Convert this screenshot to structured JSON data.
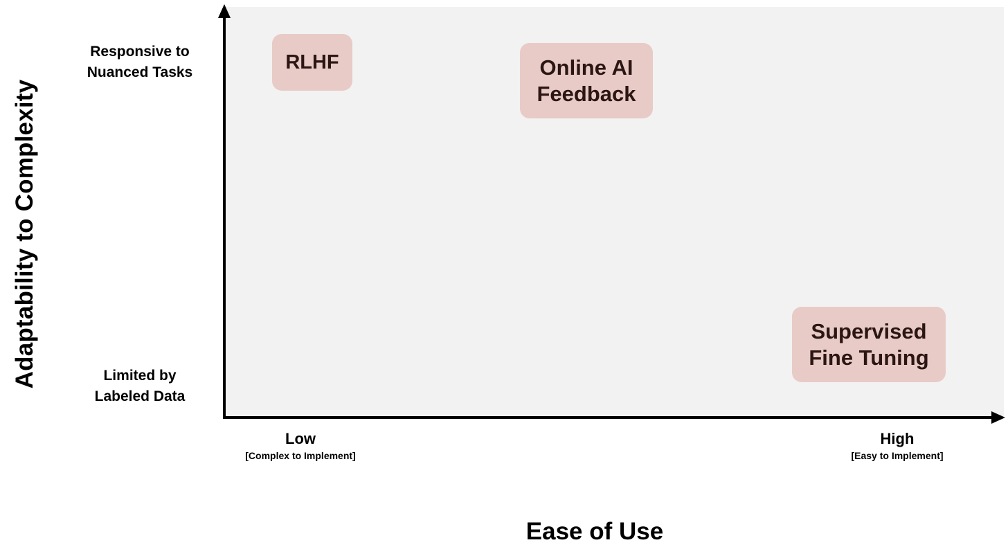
{
  "y_axis": {
    "title": "Adaptability to Complexity",
    "tick_high": "Responsive to\nNuanced Tasks",
    "tick_low": "Limited by\nLabeled Data"
  },
  "x_axis": {
    "title": "Ease of Use",
    "tick_low": {
      "label": "Low",
      "sub": "[Complex to Implement]"
    },
    "tick_high": {
      "label": "High",
      "sub": "[Easy to Implement]"
    }
  },
  "methods": [
    {
      "label": "RLHF"
    },
    {
      "label": "Online AI\nFeedback"
    },
    {
      "label": "Supervised\nFine Tuning"
    }
  ],
  "colors": {
    "plot_background": "#f2f2f2",
    "box_fill": "#e8cbc6",
    "box_text": "#2b1614",
    "axis": "#000000"
  }
}
